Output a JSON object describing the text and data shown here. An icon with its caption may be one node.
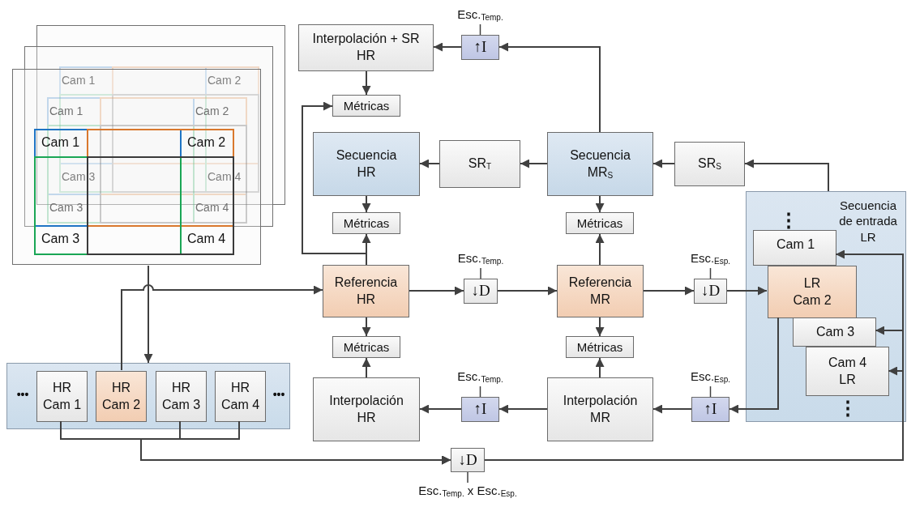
{
  "diagram": {
    "nodes": [
      {
        "text": [
          "Cam 1",
          "Cam 2",
          "Cam 1",
          "Cam 2",
          "Cam 1",
          "Cam 2",
          "Cam 3",
          "Cam 4",
          "Cam 3",
          "Cam 4",
          "Cam 3",
          "Cam 4"
        ]
      },
      {
        "text": [
          "•••",
          "•••"
        ]
      },
      {
        "text": [
          "HR Cam 1"
        ],
        "in": 1
      },
      {
        "text": [
          "HR Cam 2"
        ],
        "in": 1
      },
      {
        "text": [
          "HR Cam 3"
        ],
        "in": 1
      },
      {
        "text": [
          "HR Cam 4"
        ],
        "in": 1
      },
      {
        "text": [
          "Interpolación + SR HR"
        ]
      },
      {
        "text": [
          "↑I"
        ],
        "beside": [
          "Esc.$_{Temp.}$"
        ]
      },
      {
        "text": [
          "Métricas"
        ]
      },
      {
        "text": [
          "Secuencia HR"
        ]
      },
      {
        "text": [
          "SR$_{T}$"
        ]
      },
      {
        "text": [
          "Secuencia MR$_{S}$"
        ]
      },
      {
        "text": [
          "SR$_{S}$"
        ]
      },
      {
        "text": [
          "Métricas"
        ]
      },
      {
        "text": [
          "Métricas"
        ]
      },
      {
        "text": [
          "Referencia HR"
        ]
      },
      {
        "text": [
          "↓D"
        ],
        "beside": [
          "Esc.$_{Temp.}$"
        ]
      },
      {
        "text": [
          "Referencia MR"
        ]
      },
      {
        "text": [
          "↓D"
        ],
        "beside": [
          "Esc.$_{Esp.}$"
        ]
      },
      {
        "text": [
          "Métricas"
        ]
      },
      {
        "text": [
          "Métricas"
        ]
      },
      {
        "text": [
          "Interpolación HR"
        ]
      },
      {
        "text": [
          "↑I"
        ],
        "beside": [
          "Esc.$_{Temp.}$"
        ]
      },
      {
        "text": [
          "Interpolación MR"
        ]
      },
      {
        "text": [
          "↑I"
        ],
        "beside": [
          "Esc.$_{Esp.}$"
        ]
      },
      {
        "text": [
          "⋮",
          "Secuencia de entrada LR",
          "⋮"
        ]
      },
      {
        "text": [
          "Cam 1"
        ],
        "in": 25
      },
      {
        "text": [
          "LR Cam 2"
        ],
        "in": 25
      },
      {
        "text": [
          "Cam 3"
        ],
        "in": 25
      },
      {
        "text": [
          "Cam 4 LR"
        ],
        "in": 25
      },
      {
        "text": [
          "↓D"
        ],
        "beside": [
          "Esc.$_{Temp.}$ x Esc.$_{Esp.}$"
        ]
      }
    ],
    "edges": [
      {
        "from": 0,
        "to": 1,
        "arrow": "to"
      },
      {
        "from": 3,
        "to": 15,
        "arrow": "to"
      },
      {
        "from": 6,
        "to": 8,
        "arrow": "to"
      },
      {
        "from": 7,
        "to": 6,
        "arrow": "to"
      },
      {
        "from": 11,
        "to": 7,
        "arrow": "to"
      },
      {
        "from": 15,
        "to": 8,
        "arrow": "to"
      },
      {
        "from": 15,
        "to": 13,
        "arrow": "to"
      },
      {
        "from": 9,
        "to": 13,
        "arrow": "to"
      },
      {
        "from": 10,
        "to": 9,
        "arrow": "to"
      },
      {
        "from": 11,
        "to": 10,
        "arrow": "to"
      },
      {
        "from": 12,
        "to": 11,
        "arrow": "to"
      },
      {
        "from": 25,
        "to": 12,
        "arrow": "to"
      },
      {
        "from": 11,
        "to": 14,
        "arrow": "to"
      },
      {
        "from": 17,
        "to": 14,
        "arrow": "to"
      },
      {
        "from": 15,
        "to": 16,
        "arrow": "to"
      },
      {
        "from": 16,
        "to": 17,
        "arrow": "to"
      },
      {
        "from": 17,
        "to": 18,
        "arrow": "to"
      },
      {
        "from": 18,
        "to": 27,
        "arrow": "to"
      },
      {
        "from": 15,
        "to": 19,
        "arrow": "to"
      },
      {
        "from": 21,
        "to": 19,
        "arrow": "to"
      },
      {
        "from": 17,
        "to": 20,
        "arrow": "to"
      },
      {
        "from": 23,
        "to": 20,
        "arrow": "to"
      },
      {
        "from": 22,
        "to": 21,
        "arrow": "to"
      },
      {
        "from": 23,
        "to": 22,
        "arrow": "to"
      },
      {
        "from": 24,
        "to": 23,
        "arrow": "to"
      },
      {
        "from": 27,
        "to": 24,
        "arrow": "to"
      },
      {
        "from": 2,
        "to": 30,
        "arrow": "to"
      },
      {
        "from": 4,
        "to": 30,
        "arrow": "to"
      },
      {
        "from": 5,
        "to": 30,
        "arrow": "to"
      },
      {
        "from": 30,
        "to": 26,
        "arrow": "to"
      },
      {
        "from": 30,
        "to": 28,
        "arrow": "to"
      },
      {
        "from": 30,
        "to": 29,
        "arrow": "to"
      }
    ]
  }
}
